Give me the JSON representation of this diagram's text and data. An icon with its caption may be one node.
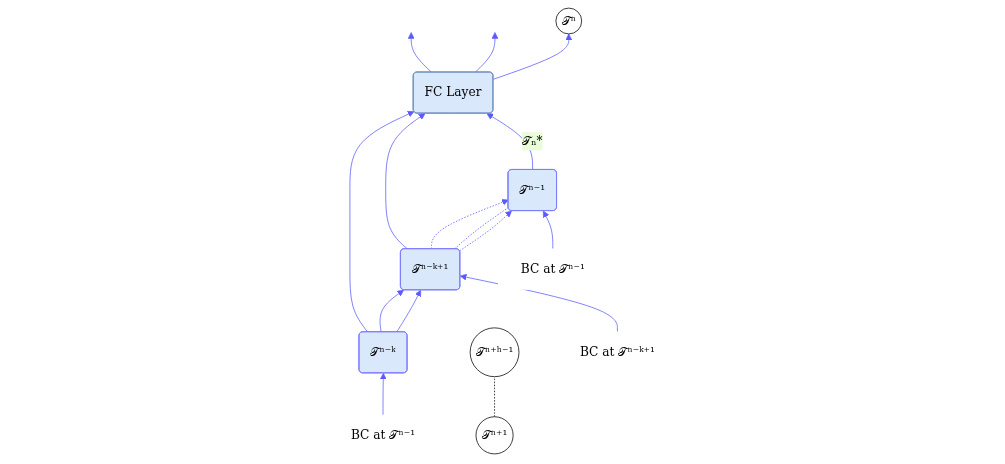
{
  "diagram": {
    "nodes": [
      {
        "text": [
          "FC Layer"
        ]
      },
      {
        "text": [
          "𝒯ⁿ⁻ᵏ"
        ]
      },
      {
        "text": [
          "𝒯ⁿ⁻ᵏ⁺¹"
        ]
      },
      {
        "text": [
          "𝒯ⁿ⁻¹"
        ]
      },
      {
        "text": [
          "𝒯ⁿ"
        ]
      },
      {
        "text": [
          "𝒯ⁿ⁺¹"
        ]
      },
      {
        "text": [
          "𝒯ⁿ⁺ʰ⁻¹"
        ]
      },
      {
        "text": [
          "BC at 𝒯ⁿ⁻¹"
        ]
      },
      {
        "text": [
          "BC at 𝒯ⁿ⁻ᵏ⁺¹"
        ]
      },
      {
        "text": [
          "BC at 𝒯ⁿ⁻¹"
        ]
      }
    ],
    "edges": [
      {
        "from": 0,
        "to": null,
        "arrow": "to"
      },
      {
        "from": 0,
        "to": null,
        "arrow": "to"
      },
      {
        "from": 0,
        "to": 4,
        "arrow": "to"
      },
      {
        "from": 1,
        "to": 0,
        "arrow": "to"
      },
      {
        "from": 2,
        "to": 0,
        "arrow": "to"
      },
      {
        "from": 3,
        "to": 0,
        "arrow": "to",
        "label": "𝒯ₙ*"
      },
      {
        "from": 1,
        "to": 2,
        "arrow": "to"
      },
      {
        "from": 1,
        "to": 2,
        "arrow": "to"
      },
      {
        "from": 2,
        "to": 3,
        "arrow": "to",
        "style": "dashed"
      },
      {
        "from": 2,
        "to": 3,
        "arrow": "none",
        "style": "dashed"
      },
      {
        "from": 2,
        "to": 3,
        "arrow": "to",
        "style": "dashed"
      },
      {
        "from": 5,
        "to": 6,
        "arrow": "none",
        "style": "dashed",
        "color": "#000000"
      },
      {
        "from": 7,
        "to": 1,
        "arrow": "to"
      },
      {
        "from": 8,
        "to": 2,
        "arrow": "to"
      },
      {
        "from": 9,
        "to": 3,
        "arrow": "to"
      }
    ]
  }
}
